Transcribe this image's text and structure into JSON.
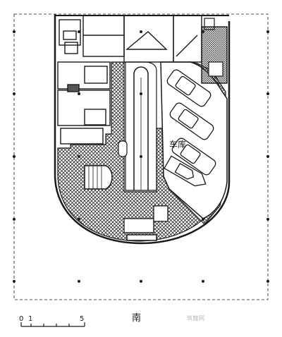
{
  "labels": {
    "garage": "车库",
    "orientation": "南"
  },
  "scale_bar": {
    "ticks": [
      "0",
      "1",
      "5"
    ]
  },
  "watermark": {
    "text": "筑龍网"
  },
  "colors": {
    "line": "#1a1a1a",
    "hatch": "#2b2b2b",
    "background": "#ffffff"
  }
}
